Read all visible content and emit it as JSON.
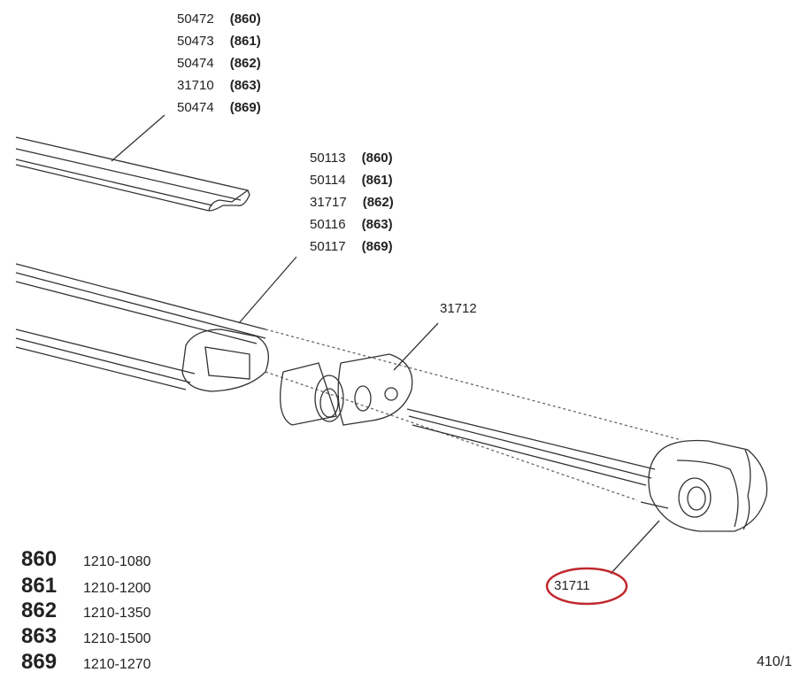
{
  "group_top": [
    {
      "part": "50472",
      "model": "(860)"
    },
    {
      "part": "50473",
      "model": "(861)"
    },
    {
      "part": "50474",
      "model": "(862)"
    },
    {
      "part": "31710",
      "model": "(863)"
    },
    {
      "part": "50474",
      "model": "(869)"
    }
  ],
  "group_mid": [
    {
      "part": "50113",
      "model": "(860)"
    },
    {
      "part": "50114",
      "model": "(861)"
    },
    {
      "part": "31717",
      "model": "(862)"
    },
    {
      "part": "50116",
      "model": "(863)"
    },
    {
      "part": "50117",
      "model": "(869)"
    }
  ],
  "callout_insert": "31712",
  "callout_endcap": "31711",
  "highlight_color": "#c0282d",
  "legend": [
    {
      "code": "860",
      "range": "1210-1080"
    },
    {
      "code": "861",
      "range": "1210-1200"
    },
    {
      "code": "862",
      "range": "1210-1350"
    },
    {
      "code": "863",
      "range": "1210-1500"
    },
    {
      "code": "869",
      "range": "1210-1270"
    }
  ],
  "page_ref": "410/1"
}
